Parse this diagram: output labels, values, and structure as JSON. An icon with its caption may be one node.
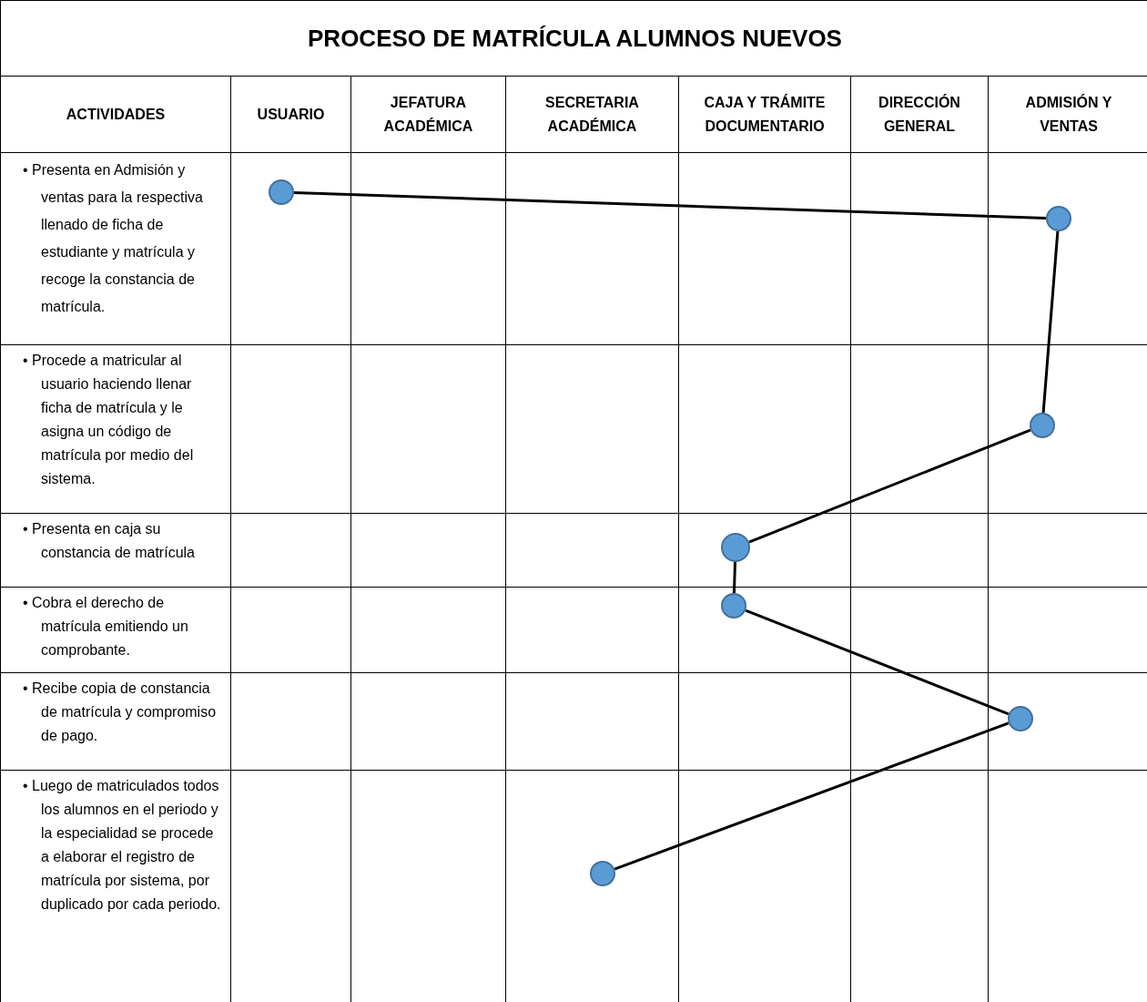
{
  "diagram": {
    "title": "PROCESO DE MATRÍCULA ALUMNOS NUEVOS",
    "nodes": [
      {
        "text": [],
        "shape": "circle"
      },
      {
        "text": [],
        "shape": "circle"
      },
      {
        "text": [],
        "shape": "circle"
      },
      {
        "text": [],
        "shape": "circle"
      },
      {
        "text": [],
        "shape": "circle"
      },
      {
        "text": [],
        "shape": "circle"
      },
      {
        "text": [],
        "shape": "circle"
      }
    ],
    "edges": [
      {
        "from": 0,
        "to": 1,
        "arrow": "none"
      },
      {
        "from": 1,
        "to": 2,
        "arrow": "none"
      },
      {
        "from": 2,
        "to": 3,
        "arrow": "none"
      },
      {
        "from": 3,
        "to": 4,
        "arrow": "none"
      },
      {
        "from": 4,
        "to": 5,
        "arrow": "none"
      },
      {
        "from": 5,
        "to": 6,
        "arrow": "none"
      }
    ],
    "labels": [
      "ACTIVIDADES",
      "USUARIO",
      "JEFATURA ACADÉMICA",
      "SECRETARIA ACADÉMICA",
      "CAJA Y TRÁMITE DOCUMENTARIO",
      "DIRECCIÓN GENERAL",
      "ADMISIÓN Y VENTAS",
      "• Presenta en Admisión y ventas para la respectiva llenado de ficha de estudiante y matrícula y recoge la constancia de matrícula.",
      "• Procede a matricular al usuario haciendo llenar ficha de matrícula y le asigna un código de matrícula por medio del sistema.",
      "• Presenta en caja su constancia de matrícula",
      "• Cobra el derecho de matrícula emitiendo un comprobante.",
      "• Recibe copia de constancia de matrícula y compromiso de pago.",
      "• Luego de matriculados todos los alumnos en el periodo y la especialidad se procede a elaborar el registro de matrícula por sistema, por duplicado por cada periodo."
    ]
  }
}
